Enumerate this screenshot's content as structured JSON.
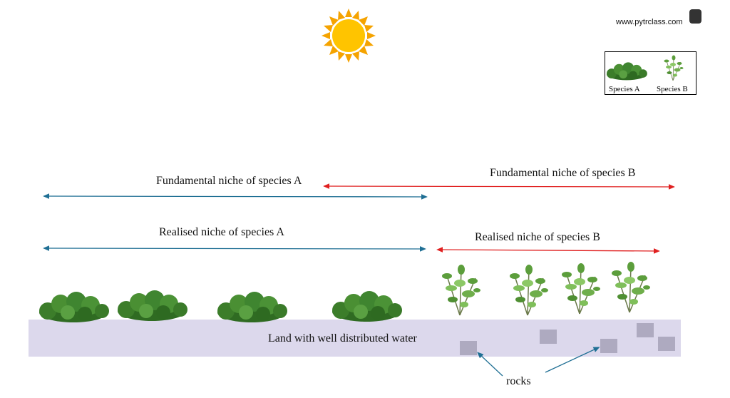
{
  "brand": "www.pytrclass.com",
  "legend": {
    "a": "Species A",
    "b": "Species B"
  },
  "labels": {
    "fund_a": "Fundamental niche of species A",
    "fund_b": "Fundamental niche of species B",
    "real_a": "Realised niche of species A",
    "real_b": "Realised niche of species B",
    "land": "Land with well distributed water",
    "rocks": "rocks"
  },
  "colors": {
    "arrow_a": "#1f6f94",
    "arrow_b": "#e02020",
    "land": "#dcd8ec",
    "rock": "#aeaac0"
  }
}
